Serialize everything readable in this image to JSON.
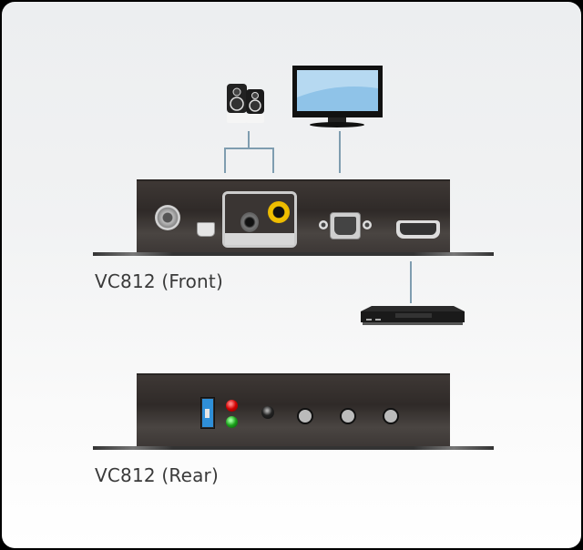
{
  "diagram": {
    "front": {
      "label": "VC812 (Front)",
      "ports": [
        "power-port",
        "mini-displayport",
        "audio-3.5mm-jack",
        "rca-coaxial-jack",
        "vga-port",
        "hdmi-port"
      ],
      "connected_devices": [
        {
          "device": "speakers-icon",
          "connects_to": [
            "audio-3.5mm-jack",
            "rca-coaxial-jack"
          ]
        },
        {
          "device": "monitor-icon",
          "connects_to": [
            "vga-port"
          ]
        },
        {
          "device": "dvd-player-icon",
          "connects_to": [
            "hdmi-port"
          ]
        }
      ]
    },
    "rear": {
      "label": "VC812 (Rear)",
      "elements": [
        "dip-switch",
        "led-red",
        "led-green",
        "ir-sensor",
        "button-1",
        "button-2",
        "button-3"
      ]
    },
    "colors": {
      "panel": "#3a3533",
      "wire": "#7f9db0",
      "rca": "#f2c200",
      "dip_switch": "#2f8fd8",
      "led_red": "#d00000",
      "led_green": "#1a9f1a"
    }
  }
}
